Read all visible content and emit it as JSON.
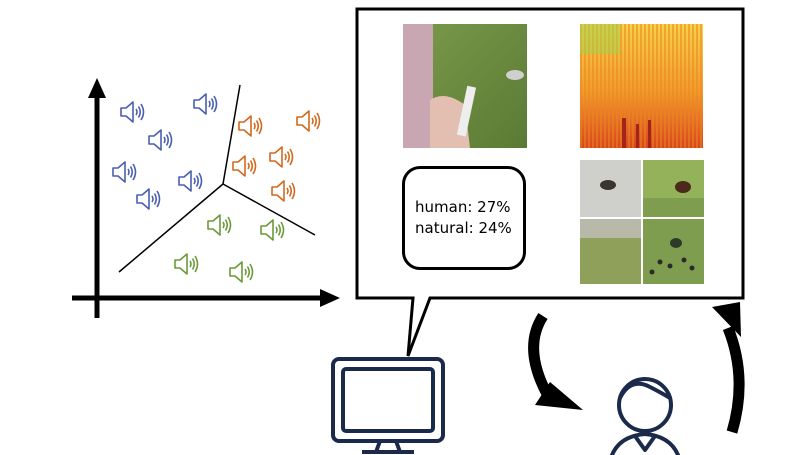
{
  "scores": [
    {
      "label": "human",
      "value": "27%"
    },
    {
      "label": "natural",
      "value": "24%"
    }
  ],
  "clusters": [
    {
      "name": "blue",
      "color": "#4a5fb0"
    },
    {
      "name": "orange",
      "color": "#d2691e"
    },
    {
      "name": "green",
      "color": "#6a9a3a"
    }
  ],
  "icons": {
    "sound": "speaker-icon",
    "computer": "monitor-icon",
    "user": "person-icon",
    "cycle": "curved-arrow-icon"
  },
  "colors": {
    "ink": "#000000",
    "screen": "#1b2a4a"
  }
}
